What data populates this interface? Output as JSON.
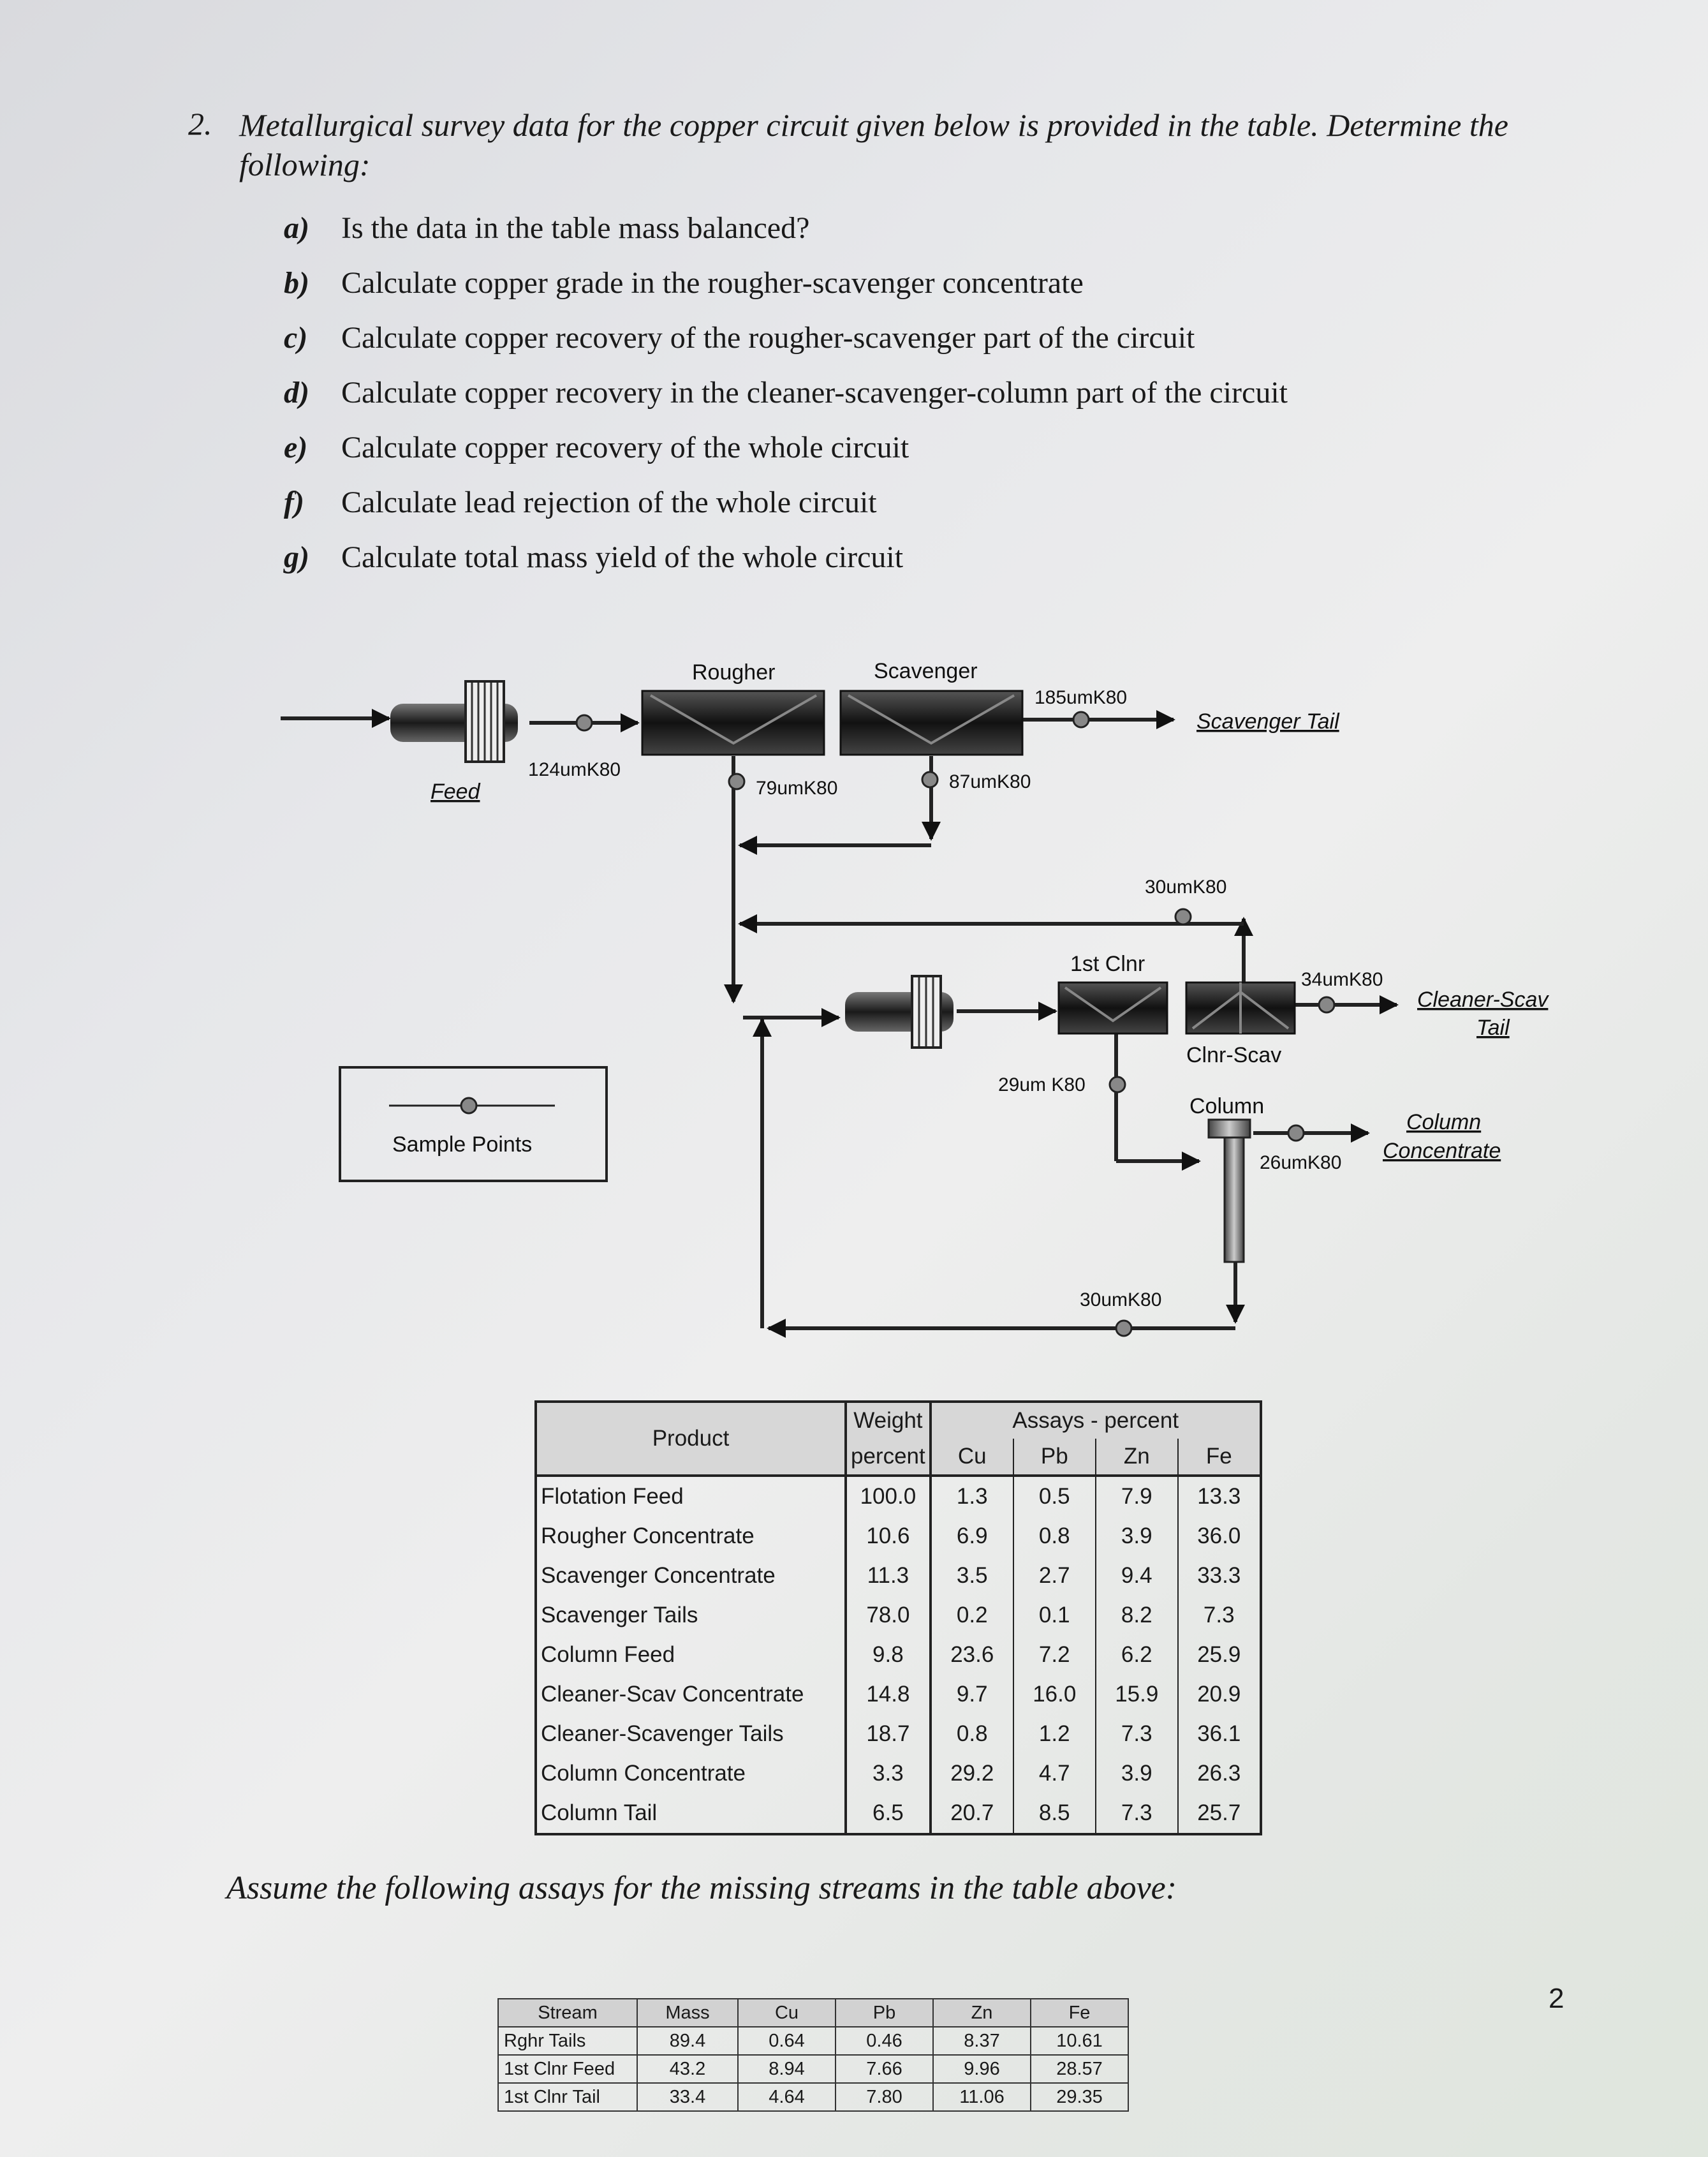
{
  "question": {
    "number": "2.",
    "text": "Metallurgical survey data for the copper circuit given below is provided in the table. Determine the following:",
    "parts": [
      {
        "label": "a)",
        "text": "Is the data in the table mass balanced?"
      },
      {
        "label": "b)",
        "text": "Calculate copper grade in the rougher-scavenger concentrate"
      },
      {
        "label": "c)",
        "text": "Calculate copper recovery of the rougher-scavenger part of the circuit"
      },
      {
        "label": "d)",
        "text": "Calculate copper recovery in the cleaner-scavenger-column part of the circuit"
      },
      {
        "label": "e)",
        "text": "Calculate copper recovery of the whole circuit"
      },
      {
        "label": "f)",
        "text": "Calculate lead rejection of the whole circuit"
      },
      {
        "label": "g)",
        "text": "Calculate total mass yield of the whole circuit"
      }
    ]
  },
  "diagram": {
    "rougher": "Rougher",
    "scavenger": "Scavenger",
    "feed": "Feed",
    "feed_k80": "124umK80",
    "rougher_conc_k80": "79umK80",
    "scav_conc_k80": "87umK80",
    "scav_tail_k80": "185umK80",
    "scavenger_tail": "Scavenger Tail",
    "recycle_k80": "30umK80",
    "first_clnr": "1st Clnr",
    "clnr_scav_k80": "34umK80",
    "cleaner_scav_tail_1": "Cleaner-Scav",
    "cleaner_scav_tail_2": "Tail",
    "clnr_scav": "Clnr-Scav",
    "clnr_tail_k80": "29um K80",
    "column": "Column",
    "column_conc_1": "Column",
    "column_conc_2": "Concentrate",
    "column_conc_k80": "26umK80",
    "column_tail_k80": "30umK80",
    "legend": "Sample Points"
  },
  "table1": {
    "header_product": "Product",
    "header_weight_1": "Weight",
    "header_weight_2": "percent",
    "header_assays": "Assays - percent",
    "columns": [
      "Cu",
      "Pb",
      "Zn",
      "Fe"
    ],
    "rows": [
      {
        "product": "Flotation Feed",
        "weight": "100.0",
        "cu": "1.3",
        "pb": "0.5",
        "zn": "7.9",
        "fe": "13.3"
      },
      {
        "product": "Rougher Concentrate",
        "weight": "10.6",
        "cu": "6.9",
        "pb": "0.8",
        "zn": "3.9",
        "fe": "36.0"
      },
      {
        "product": "Scavenger Concentrate",
        "weight": "11.3",
        "cu": "3.5",
        "pb": "2.7",
        "zn": "9.4",
        "fe": "33.3"
      },
      {
        "product": "Scavenger Tails",
        "weight": "78.0",
        "cu": "0.2",
        "pb": "0.1",
        "zn": "8.2",
        "fe": "7.3"
      },
      {
        "product": "Column Feed",
        "weight": "9.8",
        "cu": "23.6",
        "pb": "7.2",
        "zn": "6.2",
        "fe": "25.9"
      },
      {
        "product": "Cleaner-Scav Concentrate",
        "weight": "14.8",
        "cu": "9.7",
        "pb": "16.0",
        "zn": "15.9",
        "fe": "20.9"
      },
      {
        "product": "Cleaner-Scavenger Tails",
        "weight": "18.7",
        "cu": "0.8",
        "pb": "1.2",
        "zn": "7.3",
        "fe": "36.1"
      },
      {
        "product": "Column Concentrate",
        "weight": "3.3",
        "cu": "29.2",
        "pb": "4.7",
        "zn": "3.9",
        "fe": "26.3"
      },
      {
        "product": "Column Tail",
        "weight": "6.5",
        "cu": "20.7",
        "pb": "8.5",
        "zn": "7.3",
        "fe": "25.7"
      }
    ]
  },
  "assume_text": "Assume the following assays for the missing streams in the table above:",
  "table2": {
    "headers": [
      "Stream",
      "Mass",
      "Cu",
      "Pb",
      "Zn",
      "Fe"
    ],
    "rows": [
      [
        "Rghr Tails",
        "89.4",
        "0.64",
        "0.46",
        "8.37",
        "10.61"
      ],
      [
        "1st Clnr Feed",
        "43.2",
        "8.94",
        "7.66",
        "9.96",
        "28.57"
      ],
      [
        "1st Clnr Tail",
        "33.4",
        "4.64",
        "7.80",
        "11.06",
        "29.35"
      ]
    ]
  },
  "page_number": "2"
}
